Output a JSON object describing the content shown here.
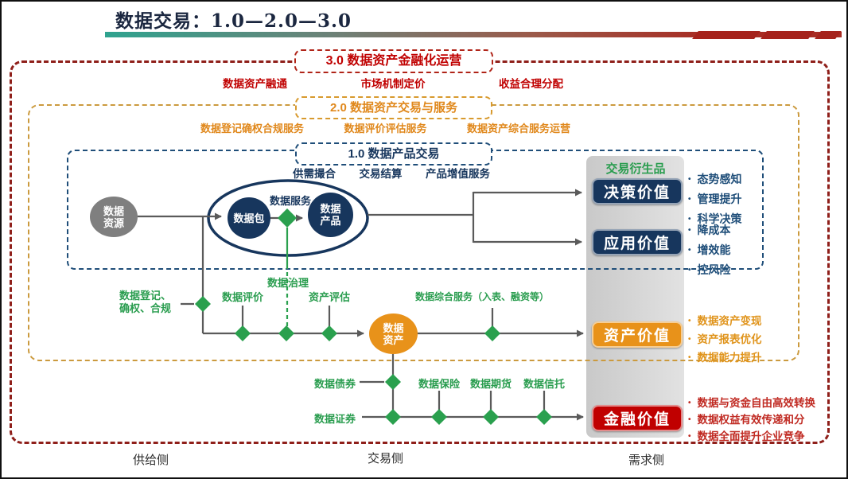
{
  "title": "数据交易：1.0—2.0—3.0",
  "levels": {
    "l3": {
      "header": "3.0 数据资产金融化运营",
      "items": [
        "数据资产融通",
        "市场机制定价",
        "收益合理分配"
      ]
    },
    "l2": {
      "header": "2.0 数据资产交易与服务",
      "items": [
        "数据登记确权合规服务",
        "数据评价评估服务",
        "数据资产综合服务运营"
      ]
    },
    "l1": {
      "header": "1.0 数据产品交易",
      "items": [
        "供需撮合",
        "交易结算",
        "产品增值服务"
      ]
    }
  },
  "flow": {
    "data_resource": "数据资源",
    "data_package": "数据包",
    "data_service": "数据服务",
    "data_product": "数据产品",
    "data_governance": "数据治理",
    "registration": "数据登记、确权、合规",
    "data_evaluation": "数据评价",
    "asset_assessment": "资产评估",
    "comprehensive_service": "数据综合服务（入表、融资等）",
    "data_asset": "数据资产",
    "data_bond": "数据债券",
    "data_security": "数据证券",
    "data_insurance": "数据保险",
    "data_futures": "数据期货",
    "data_trust": "数据信托"
  },
  "panel": {
    "title": "交易衍生品",
    "values": [
      {
        "label": "决策价值",
        "bullets": [
          "态势感知",
          "管理提升",
          "科学决策"
        ]
      },
      {
        "label": "应用价值",
        "bullets": [
          "降成本",
          "增效能",
          "控风险"
        ]
      },
      {
        "label": "资产价值",
        "bullets": [
          "数据资产变现",
          "资产报表优化",
          "数据能力提升"
        ]
      },
      {
        "label": "金融价值",
        "bullets": [
          "数据与资金自由高效转换",
          "数据权益有效传递和分",
          "数据全面提升企业竞争"
        ]
      }
    ]
  },
  "footer": {
    "supply": "供给侧",
    "trade": "交易侧",
    "demand": "需求侧"
  },
  "colors": {
    "navy": "#17365d",
    "red": "#c00000",
    "orange": "#e8921a",
    "green": "#2aa04e",
    "gray": "#7f7f7f"
  }
}
